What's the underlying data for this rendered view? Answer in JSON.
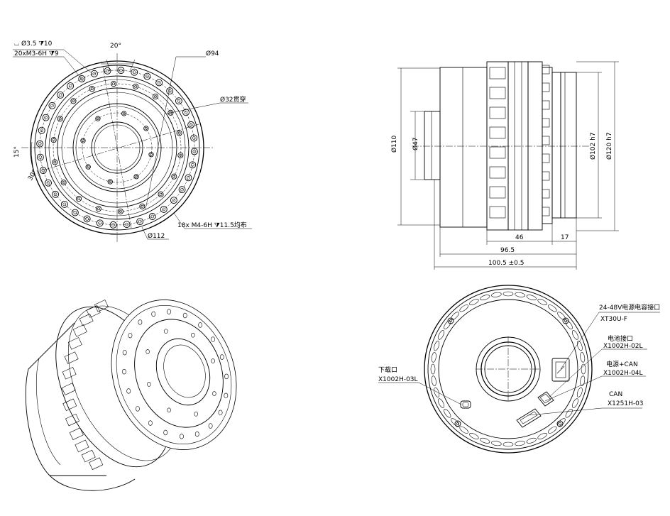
{
  "front_view": {
    "callout_hole": "⌴ Ø3.5 ⧩10",
    "callout_thread": "20xM3-6H ⧩9",
    "angle_top": "20°",
    "dia_94": "Ø94",
    "dia_32": "Ø32贯穿",
    "angle_15": "15°",
    "angle_30": "30°",
    "callout_m4": "18x M4-6H ⧩11.5均布",
    "dia_112": "Ø112"
  },
  "side_view": {
    "dia_110": "Ø110",
    "dia_47": "Ø47",
    "dia_102": "Ø102 h7",
    "dia_120": "Ø120 h7",
    "len_46": "46",
    "len_17": "17",
    "len_96_5": "96.5",
    "len_100_5": "100.5 ±0.5"
  },
  "rear_view": {
    "label_power_cap": "24-48V电源电容接口",
    "part_power_cap": "XT30U-F",
    "label_battery": "电池接口",
    "part_battery": "X1002H-02L",
    "label_power_can": "电源+CAN",
    "part_power_can": "X1002H-04L",
    "label_download": "下载口",
    "part_download": "X1002H-03L",
    "label_can": "CAN",
    "part_can": "X1251H-03"
  }
}
